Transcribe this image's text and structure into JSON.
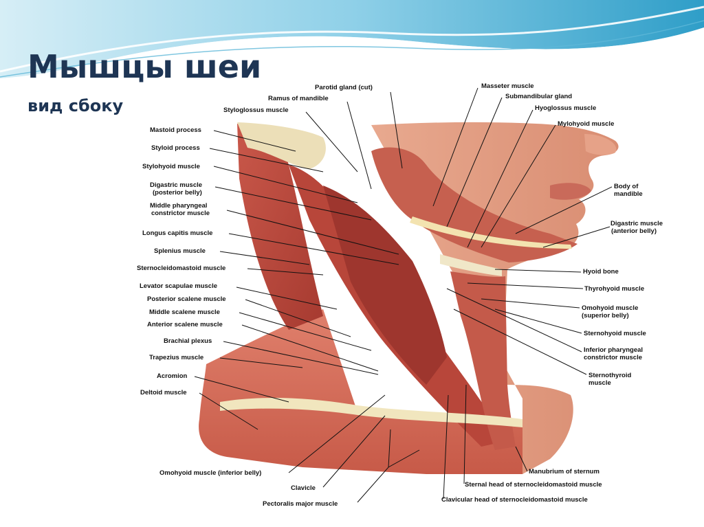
{
  "slide": {
    "title": "Мышцы шеи",
    "subtitle": "вид сбоку"
  },
  "labels": {
    "parotid": "Parotid gland (cut)",
    "ramus": "Ramus of mandible",
    "styloglossus": "Styloglossus muscle",
    "mastoid": "Mastoid process",
    "styloid": "Styloid process",
    "stylohyoid": "Stylohyoid muscle",
    "digastric_post_1": "Digastric muscle",
    "digastric_post_2": "(posterior belly)",
    "middle_pharyngeal_1": "Middle pharyngeal",
    "middle_pharyngeal_2": "constrictor muscle",
    "longus_capitis": "Longus capitis muscle",
    "splenius": "Splenius muscle",
    "scm": "Sternocleidomastoid muscle",
    "levator": "Levator scapulae muscle",
    "post_scalene": "Posterior scalene muscle",
    "mid_scalene": "Middle scalene muscle",
    "ant_scalene": "Anterior scalene muscle",
    "brachial": "Brachial plexus",
    "trapezius": "Trapezius muscle",
    "acromion": "Acromion",
    "deltoid": "Deltoid muscle",
    "omohyoid_inf": "Omohyoid muscle (inferior belly)",
    "clavicle": "Clavicle",
    "pectoralis": "Pectoralis major muscle",
    "masseter": "Masseter muscle",
    "submandibular": "Submandibular gland",
    "hyoglossus": "Hyoglossus muscle",
    "mylohyoid": "Mylohyoid muscle",
    "body_mandible_1": "Body of",
    "body_mandible_2": "mandible",
    "digastric_ant_1": "Digastric muscle",
    "digastric_ant_2": "(anterior belly)",
    "hyoid": "Hyoid bone",
    "thyrohyoid": "Thyrohyoid muscle",
    "omohyoid_sup_1": "Omohyoid muscle",
    "omohyoid_sup_2": "(superior belly)",
    "sternohyoid": "Sternohyoid muscle",
    "inf_pharyngeal_1": "Inferior pharyngeal",
    "inf_pharyngeal_2": "constrictor muscle",
    "sternothyroid_1": "Sternothyroid",
    "sternothyroid_2": "muscle",
    "manubrium": "Manubrium of sternum",
    "sternal_head": "Sternal head of sternocleidomastoid muscle",
    "clavicular_head": "Clavicular head of sternocleidomastoid muscle"
  }
}
